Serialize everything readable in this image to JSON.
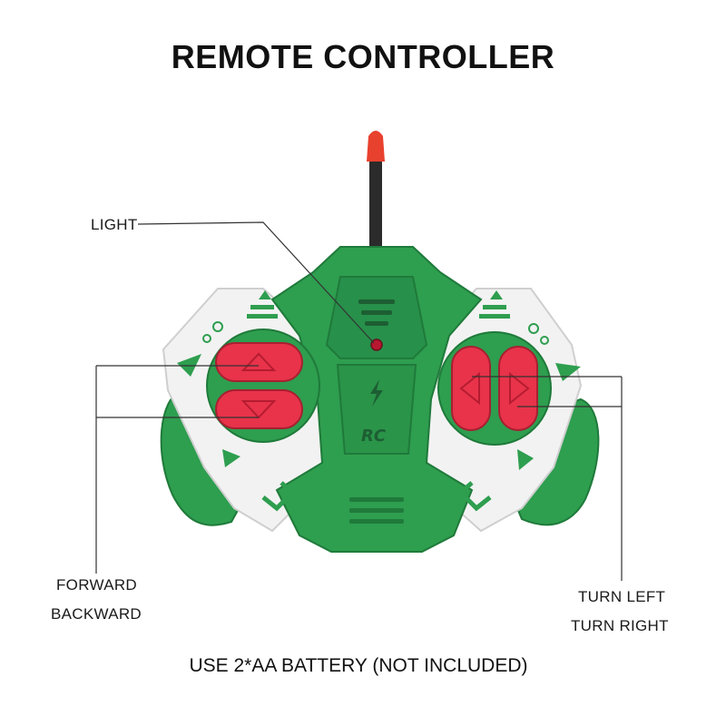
{
  "title": "REMOTE CONTROLLER",
  "labels": {
    "light": "LIGHT",
    "forward": "FORWARD",
    "backward": "BACKWARD",
    "turn_left": "TURN LEFT",
    "turn_right": "TURN RIGHT"
  },
  "logo_text": "RC",
  "footer": "USE 2*AA BATTERY (NOT INCLUDED)",
  "colors": {
    "body_green": "#2e9e4f",
    "dark_green": "#1f7a3a",
    "button_red": "#e8334a",
    "white_panel": "#f2f2f2",
    "antenna_tip": "#e8412e"
  }
}
